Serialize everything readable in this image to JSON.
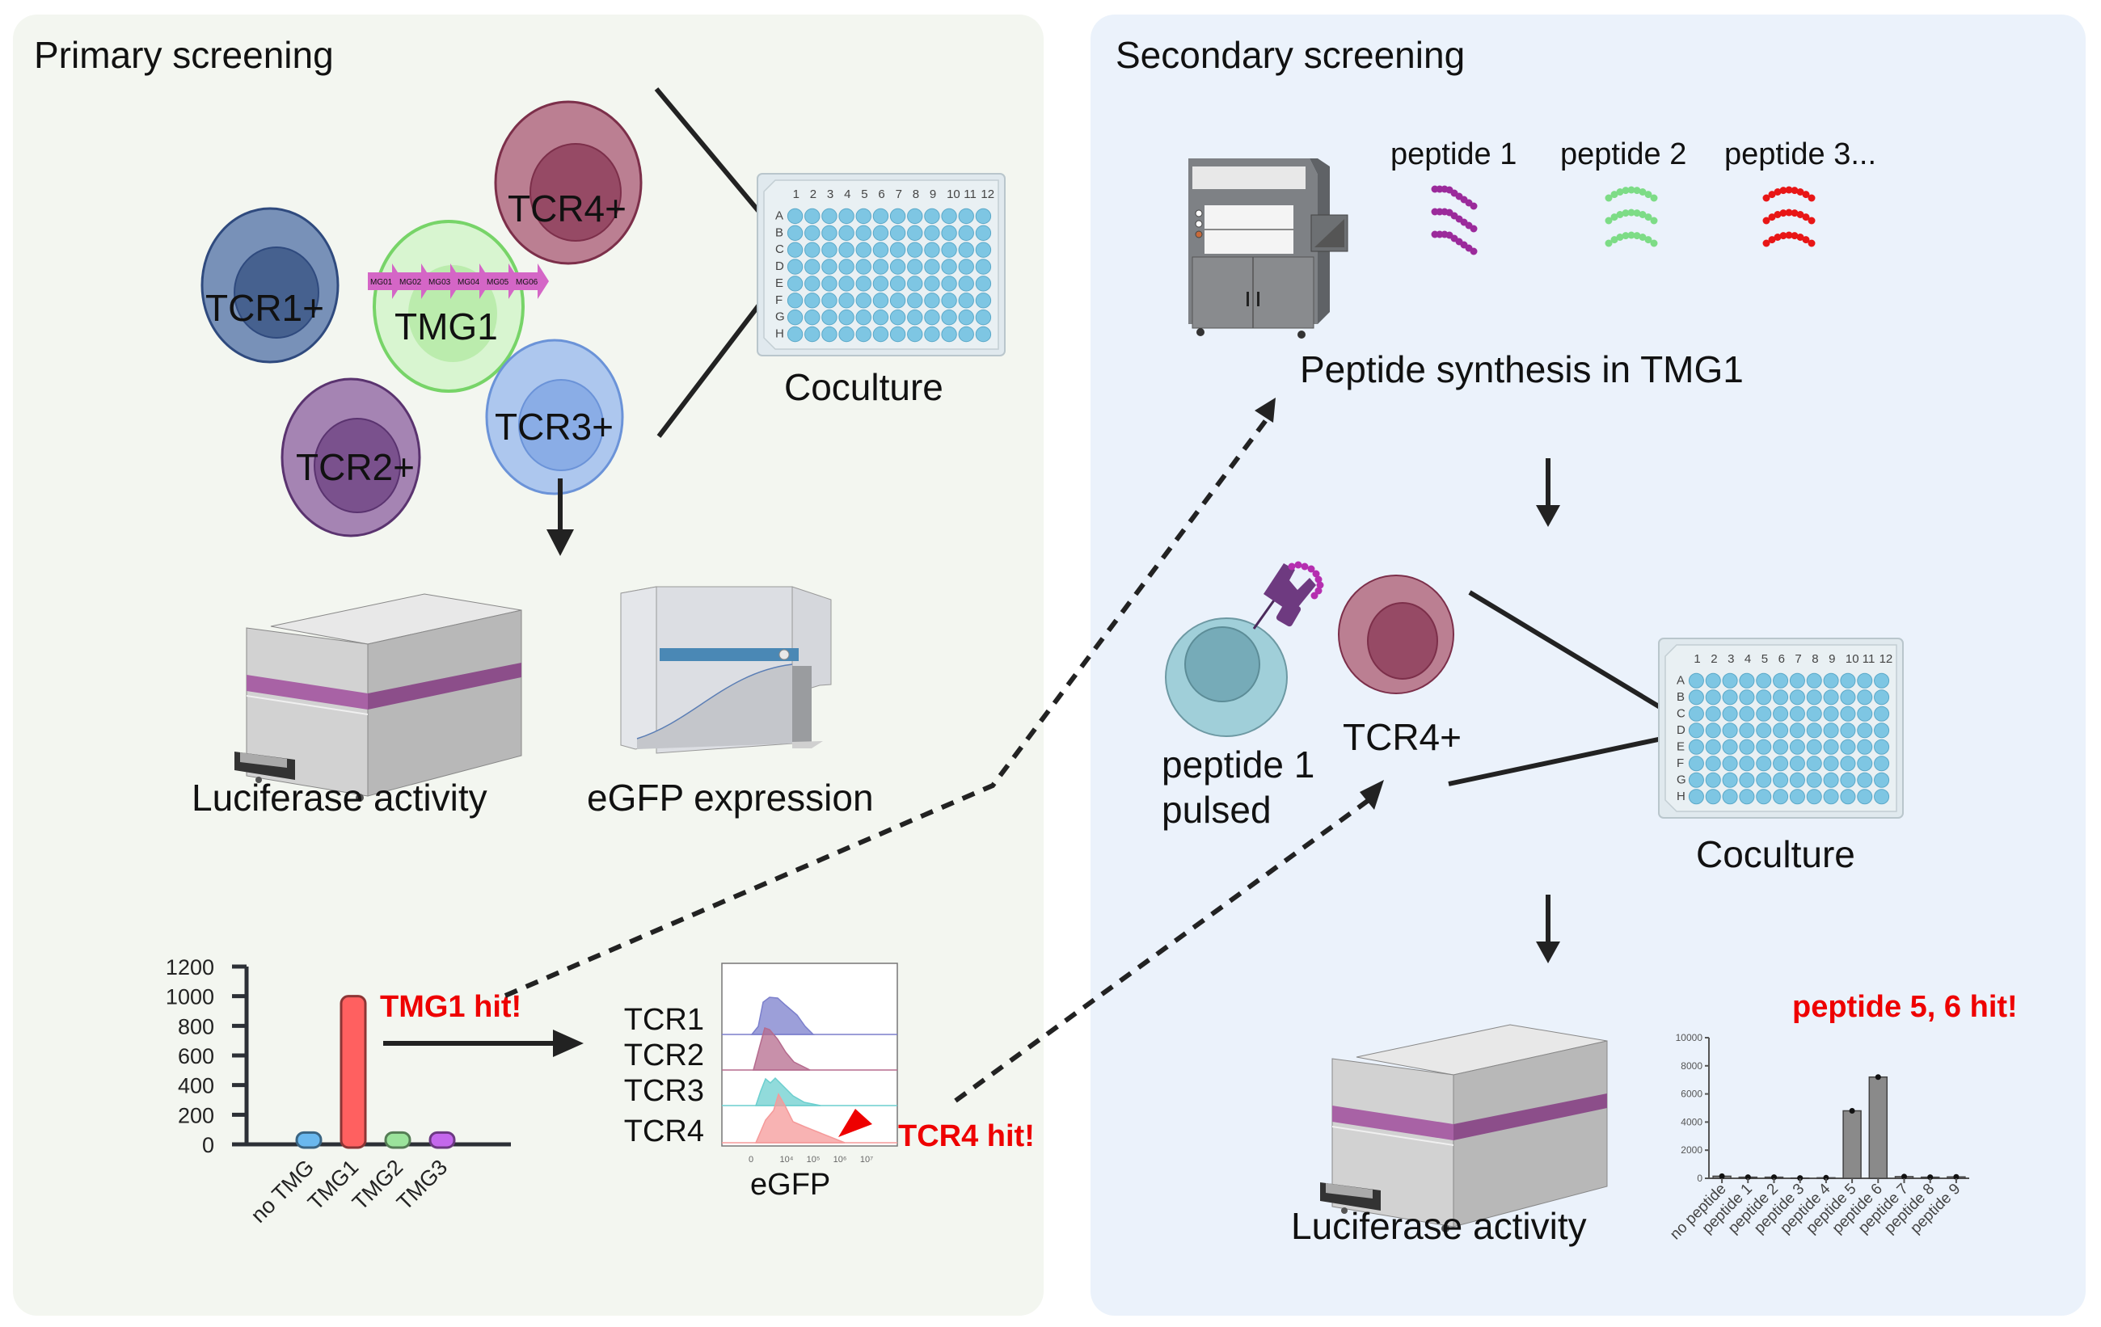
{
  "panels": {
    "primary": {
      "title": "Primary screening",
      "cells": {
        "tcr1": "TCR1+",
        "tcr2": "TCR2+",
        "tcr3": "TCR3+",
        "tcr4": "TCR4+",
        "tmg1": "TMG1"
      },
      "minigenes": [
        "MG01",
        "MG02",
        "MG03",
        "MG04",
        "MG05",
        "MG06"
      ],
      "coculture_label": "Coculture",
      "luciferase_label": "Luciferase activity",
      "egfp_label": "eGFP expression",
      "tmg_hit": "TMG1 hit!",
      "tcr_hit": "TCR4 hit!",
      "flow_rows": [
        "TCR1",
        "TCR2",
        "TCR3",
        "TCR4"
      ],
      "flow_xlabel": "eGFP",
      "flow_ticks": [
        "0",
        "10⁴",
        "10⁵",
        "10⁶",
        "10⁷"
      ]
    },
    "secondary": {
      "title": "Secondary screening",
      "peptides": [
        "peptide 1",
        "peptide 2",
        "peptide 3..."
      ],
      "synthesis_label": "Peptide synthesis in TMG1",
      "pulsed_label_line1": "peptide 1",
      "pulsed_label_line2": "pulsed",
      "tcr4_label": "TCR4+",
      "coculture_label": "Coculture",
      "luciferase_label": "Luciferase activity",
      "peptide_hit": "peptide 5, 6 hit!"
    }
  },
  "plate": {
    "columns": [
      "1",
      "2",
      "3",
      "4",
      "5",
      "6",
      "7",
      "8",
      "9",
      "10",
      "11",
      "12"
    ],
    "rows": [
      "A",
      "B",
      "C",
      "D",
      "E",
      "F",
      "G",
      "H"
    ]
  },
  "colors": {
    "primary_bg": "#f3f6f0",
    "secondary_bg": "#ebf2fb",
    "hit_red": "#ee0000",
    "tcr1": "#7891b8",
    "tcr2": "#a584b3",
    "tcr3": "#adc7ee",
    "tcr4": "#bb7f92",
    "tmg1": "#d8f5d0",
    "minigene": "#d466c6",
    "peptide1": "#9b2a9b",
    "peptide2": "#7ddc86",
    "peptide3": "#e81616"
  },
  "chart_data": [
    {
      "type": "bar",
      "title": "",
      "xlabel": "",
      "ylabel": "",
      "categories": [
        "no TMG",
        "TMG1",
        "TMG2",
        "TMG3"
      ],
      "values": [
        80,
        1000,
        80,
        80
      ],
      "bar_colors": [
        "#6ab8ee",
        "#ff6060",
        "#9be39b",
        "#c468ec"
      ],
      "yticks": [
        "0",
        "200",
        "400",
        "600",
        "800",
        "1000",
        "1200"
      ],
      "ylim": [
        0,
        1200
      ],
      "grid": false,
      "annotation": "TMG1 hit!"
    },
    {
      "type": "bar",
      "title": "",
      "xlabel": "",
      "ylabel": "",
      "categories": [
        "no peptide",
        "peptide 1",
        "peptide 2",
        "peptide 3",
        "peptide 4",
        "peptide 5",
        "peptide 6",
        "peptide 7",
        "peptide 8",
        "peptide 9"
      ],
      "values": [
        150,
        80,
        80,
        20,
        40,
        4800,
        7200,
        120,
        80,
        100
      ],
      "yticks": [
        "0",
        "2000",
        "4000",
        "6000",
        "8000",
        "10000"
      ],
      "ylim": [
        0,
        10000
      ],
      "grid": false,
      "annotation": "peptide 5, 6 hit!"
    },
    {
      "type": "area",
      "title": "",
      "xlabel": "eGFP",
      "series": [
        {
          "name": "TCR1",
          "color": "#7b7fcc"
        },
        {
          "name": "TCR2",
          "color": "#b56b8e"
        },
        {
          "name": "TCR3",
          "color": "#6ccfcf"
        },
        {
          "name": "TCR4",
          "color": "#f59a9a"
        }
      ],
      "xticks": [
        "0",
        "10⁴",
        "10⁵",
        "10⁶",
        "10⁷"
      ],
      "annotation": "TCR4 hit!"
    }
  ]
}
